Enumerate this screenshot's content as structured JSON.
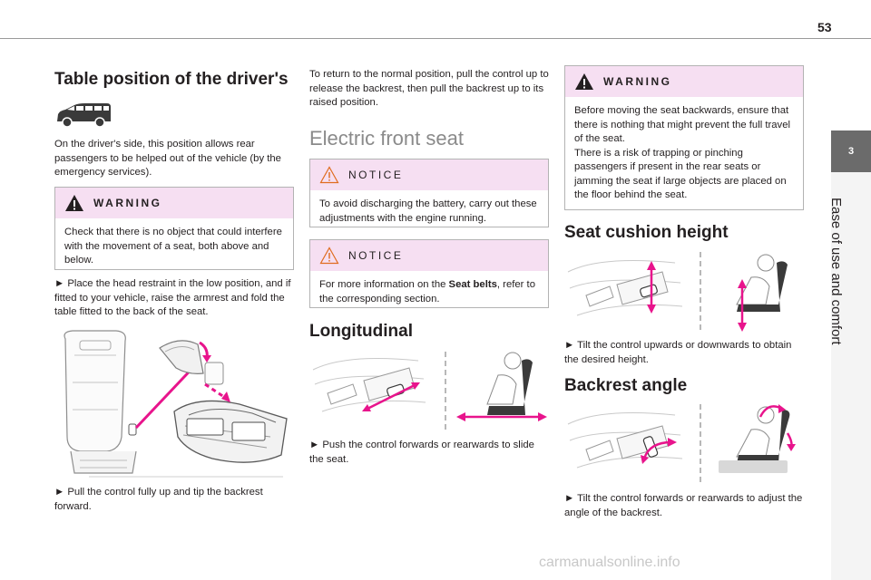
{
  "page": {
    "number": "53",
    "chapter_tab": "3",
    "chapter_title": "Ease of use and comfort",
    "watermark": "carmanualsonline.info"
  },
  "col1": {
    "title": "Table position of the driver's",
    "intro": "On the driver's side, this position allows rear passengers to be helped out of the vehicle (by the emergency services).",
    "warning_label": "WARNING",
    "warning_text": "Check that there is no object that could interfere with the movement of a seat, both above and below.",
    "step1": "► Place the head restraint in the low position, and if fitted to your vehicle, raise the armrest and fold the table fitted to the back of the seat.",
    "step2": "► Pull the control fully up and tip the backrest forward."
  },
  "col2": {
    "return_text": "To return to the normal position, pull the control up to release the backrest, then pull the backrest up to its raised position.",
    "section_title": "Electric front seat",
    "notice1_label": "NOTICE",
    "notice1_text": "To avoid discharging the battery, carry out these adjustments with the engine running.",
    "notice2_label": "NOTICE",
    "notice2_text_pre": "For more information on the ",
    "notice2_text_bold": "Seat belts",
    "notice2_text_post": ", refer to the corresponding section.",
    "longitudinal_title": "Longitudinal",
    "longitudinal_text": "► Push the control forwards or rearwards to slide the seat."
  },
  "col3": {
    "warning_label": "WARNING",
    "warning_text1": "Before moving the seat backwards, ensure that there is nothing that might prevent the full travel of the seat.",
    "warning_text2": "There is a risk of trapping or pinching passengers if present in the rear seats or jamming the seat if large objects are placed on the floor behind the seat.",
    "cushion_title": "Seat cushion height",
    "cushion_text": "► Tilt the control upwards or downwards to obtain the desired height.",
    "backrest_title": "Backrest angle",
    "backrest_text": "► Tilt the control forwards or rearwards to adjust the angle of the backrest."
  },
  "colors": {
    "accent": "#e8148c",
    "box_header": "#f6dff2",
    "side_tab": "#6b6b6b"
  },
  "icons": [
    "van-icon",
    "warning-triangle-icon",
    "notice-triangle-icon",
    "seat-control-icon",
    "seat-figure-icon"
  ]
}
